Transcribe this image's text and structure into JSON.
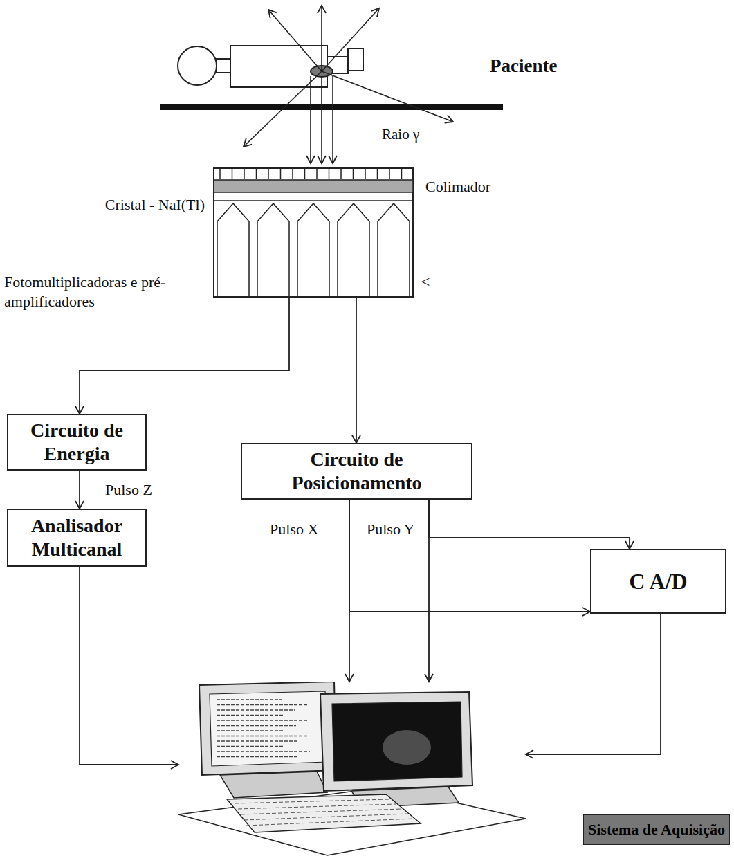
{
  "diagram": {
    "nodes": [
      {
        "text": [
          "Colimador",
          "Cristal - NaI(Tl)",
          "Fotomultiplicadoras e pré-amplificadores"
        ]
      },
      {
        "text": [
          "Circuito de Energia"
        ]
      },
      {
        "text": [
          "Circuito de Posicionamento"
        ]
      },
      {
        "text": [
          "Analisador Multicanal"
        ]
      },
      {
        "text": [
          "C A/D"
        ]
      },
      {
        "text": [
          "Sistema de Aquisição"
        ]
      }
    ],
    "edges": [
      {
        "from": 0,
        "to": 1,
        "arrow": "to"
      },
      {
        "from": 0,
        "to": 2,
        "arrow": "to"
      },
      {
        "from": 1,
        "to": 3,
        "label": "Pulso Z",
        "arrow": "to"
      },
      {
        "from": 2,
        "to": 5,
        "label": "Pulso X",
        "arrow": "to"
      },
      {
        "from": 2,
        "to": 5,
        "label": "Pulso Y",
        "arrow": "to"
      },
      {
        "from": 2,
        "to": 4,
        "arrow": "to"
      },
      {
        "from": 2,
        "to": 4,
        "arrow": "to"
      },
      {
        "from": 3,
        "to": 5,
        "arrow": "to"
      },
      {
        "from": 4,
        "to": 5,
        "arrow": "to"
      }
    ],
    "labels": [
      "Paciente",
      "Raio γ",
      "<"
    ]
  }
}
